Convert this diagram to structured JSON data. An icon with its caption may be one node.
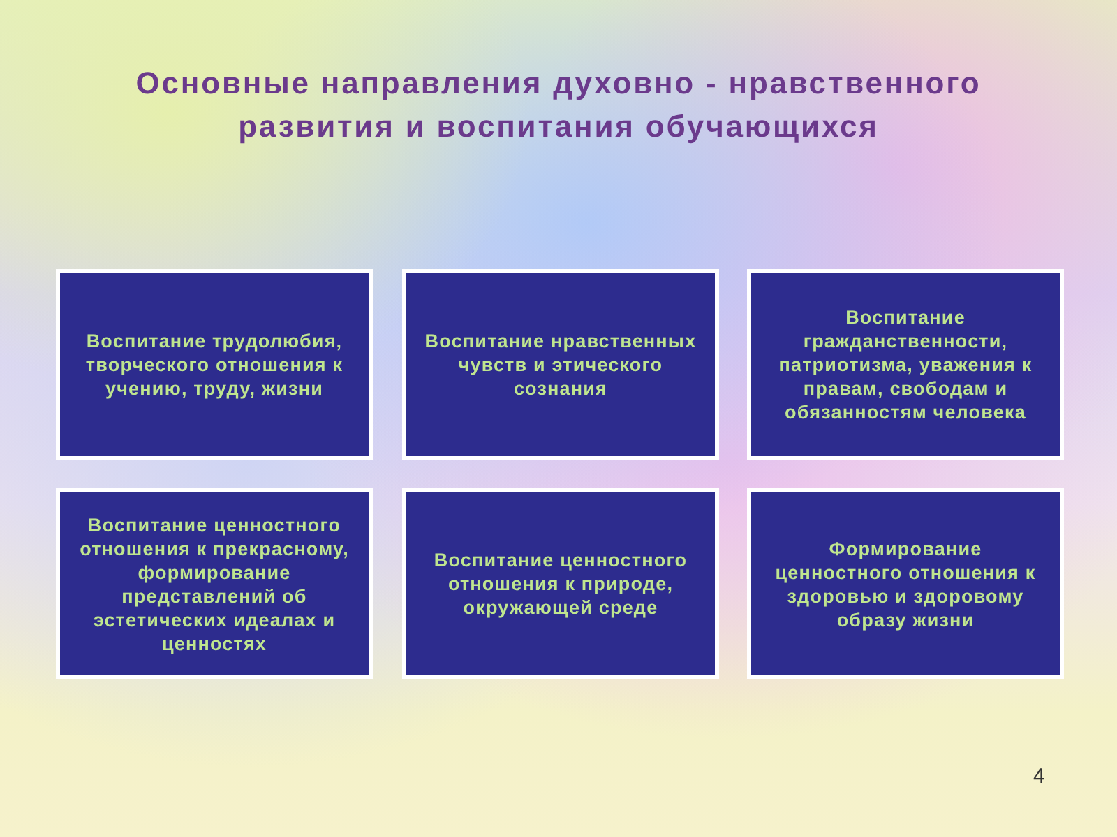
{
  "diagram": {
    "title": "Основные направления духовно - нравственного развития и воспитания обучающихся",
    "nodes": [
      {
        "text": [
          "Воспитание трудолюбия, творческого отношения к учению, труду, жизни"
        ]
      },
      {
        "text": [
          "Воспитание нравственных чувств и этического сознания"
        ]
      },
      {
        "text": [
          "Воспитание гражданственности, патриотизма, уважения к правам, свободам и обязанностям человека"
        ]
      },
      {
        "text": [
          "Воспитание ценностного отношения к прекрасному, формирование представлений об эстетических идеалах и ценностях"
        ]
      },
      {
        "text": [
          "Воспитание ценностного отношения к природе, окружающей среде"
        ]
      },
      {
        "text": [
          "Формирование ценностного отношения к здоровью и здоровому образу жизни"
        ]
      }
    ],
    "labels": [
      "4"
    ]
  }
}
